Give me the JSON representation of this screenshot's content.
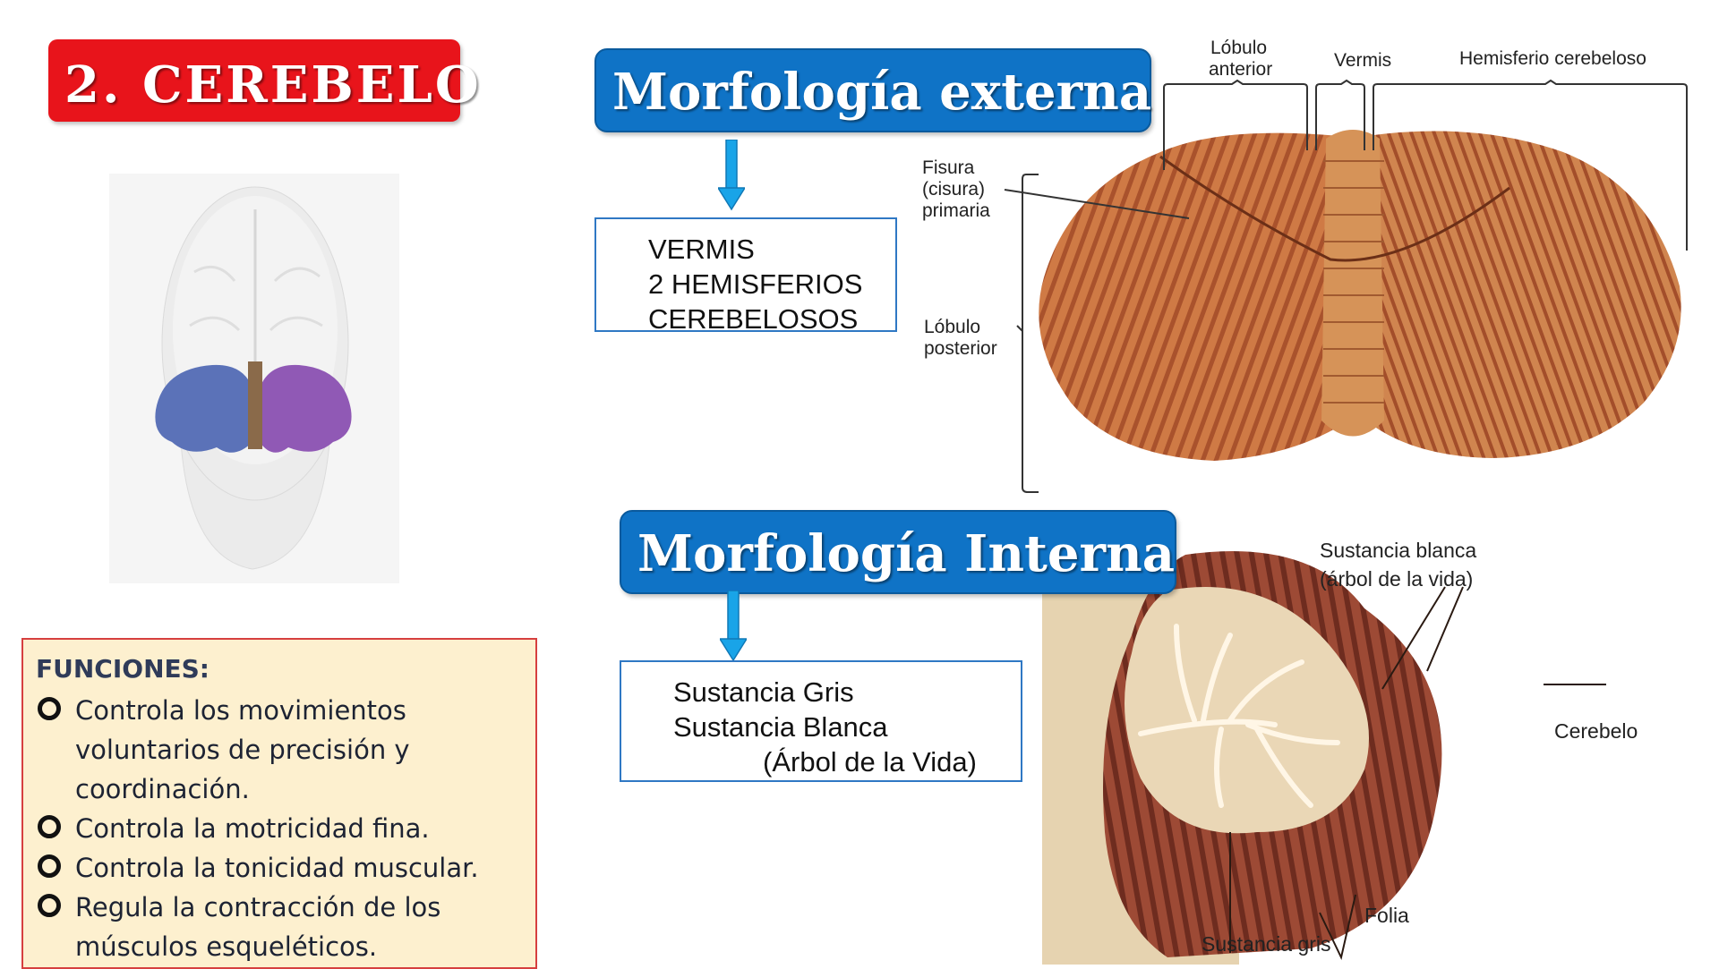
{
  "title": "2. CEREBELO",
  "external": {
    "header": "Morfología externa",
    "box_lines": [
      "VERMIS",
      "2 HEMISFERIOS",
      "CEREBELOSOS"
    ],
    "labels": {
      "lobulo_anterior_1": "Lóbulo",
      "lobulo_anterior_2": "anterior",
      "vermis": "Vermis",
      "hemisferio": "Hemisferio cerebeloso",
      "fisura_1": "Fisura",
      "fisura_2": "(cisura)",
      "fisura_3": "primaria",
      "lobulo_posterior_1": "Lóbulo",
      "lobulo_posterior_2": "posterior"
    }
  },
  "internal": {
    "header": "Morfología Interna",
    "box_lines": [
      "Sustancia Gris",
      "Sustancia Blanca",
      "(Árbol de la Vida)"
    ],
    "labels": {
      "sustancia_blanca_1": "Sustancia blanca",
      "sustancia_blanca_2": "(árbol de la vida)",
      "cerebelo": "Cerebelo",
      "folia": "Folia",
      "sustancia_gris": "Sustancia gris"
    }
  },
  "functions": {
    "title": "FUNCIONES:",
    "items": [
      [
        "Controla los movimientos",
        "voluntarios de precisión y",
        "coordinación."
      ],
      [
        "Controla la motricidad fina."
      ],
      [
        "Controla la tonicidad muscular."
      ],
      [
        "Regula la contracción de los",
        "músculos esqueléticos."
      ]
    ]
  },
  "colors": {
    "title_red": "#e8141b",
    "header_blue": "#0f73c6",
    "box_border_blue": "#2f78c4",
    "functions_bg": "#fdf0cf",
    "functions_border": "#d63f3f"
  }
}
